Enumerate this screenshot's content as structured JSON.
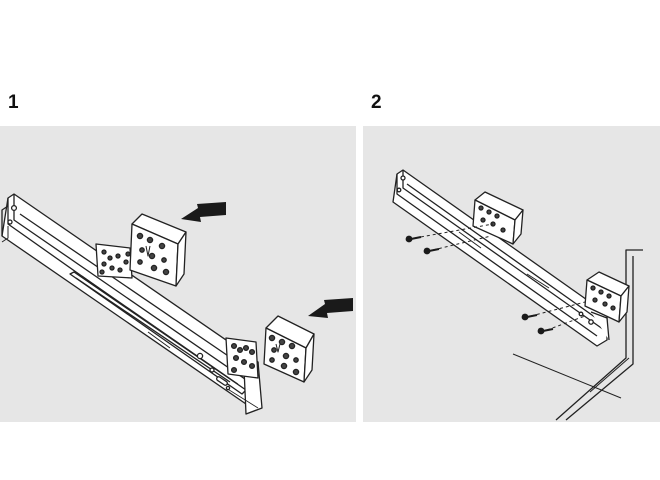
{
  "steps": [
    {
      "number": "1",
      "illustration": "drawer-slide-with-mounting-brackets-being-attached"
    },
    {
      "number": "2",
      "illustration": "drawer-slide-screwed-to-cabinet-side"
    }
  ],
  "colors": {
    "panel_background": "#e6e6e6",
    "line": "#222222",
    "bracket_fill": "#ffffff"
  },
  "icons": [
    "arrow-icon",
    "screw-icon"
  ]
}
